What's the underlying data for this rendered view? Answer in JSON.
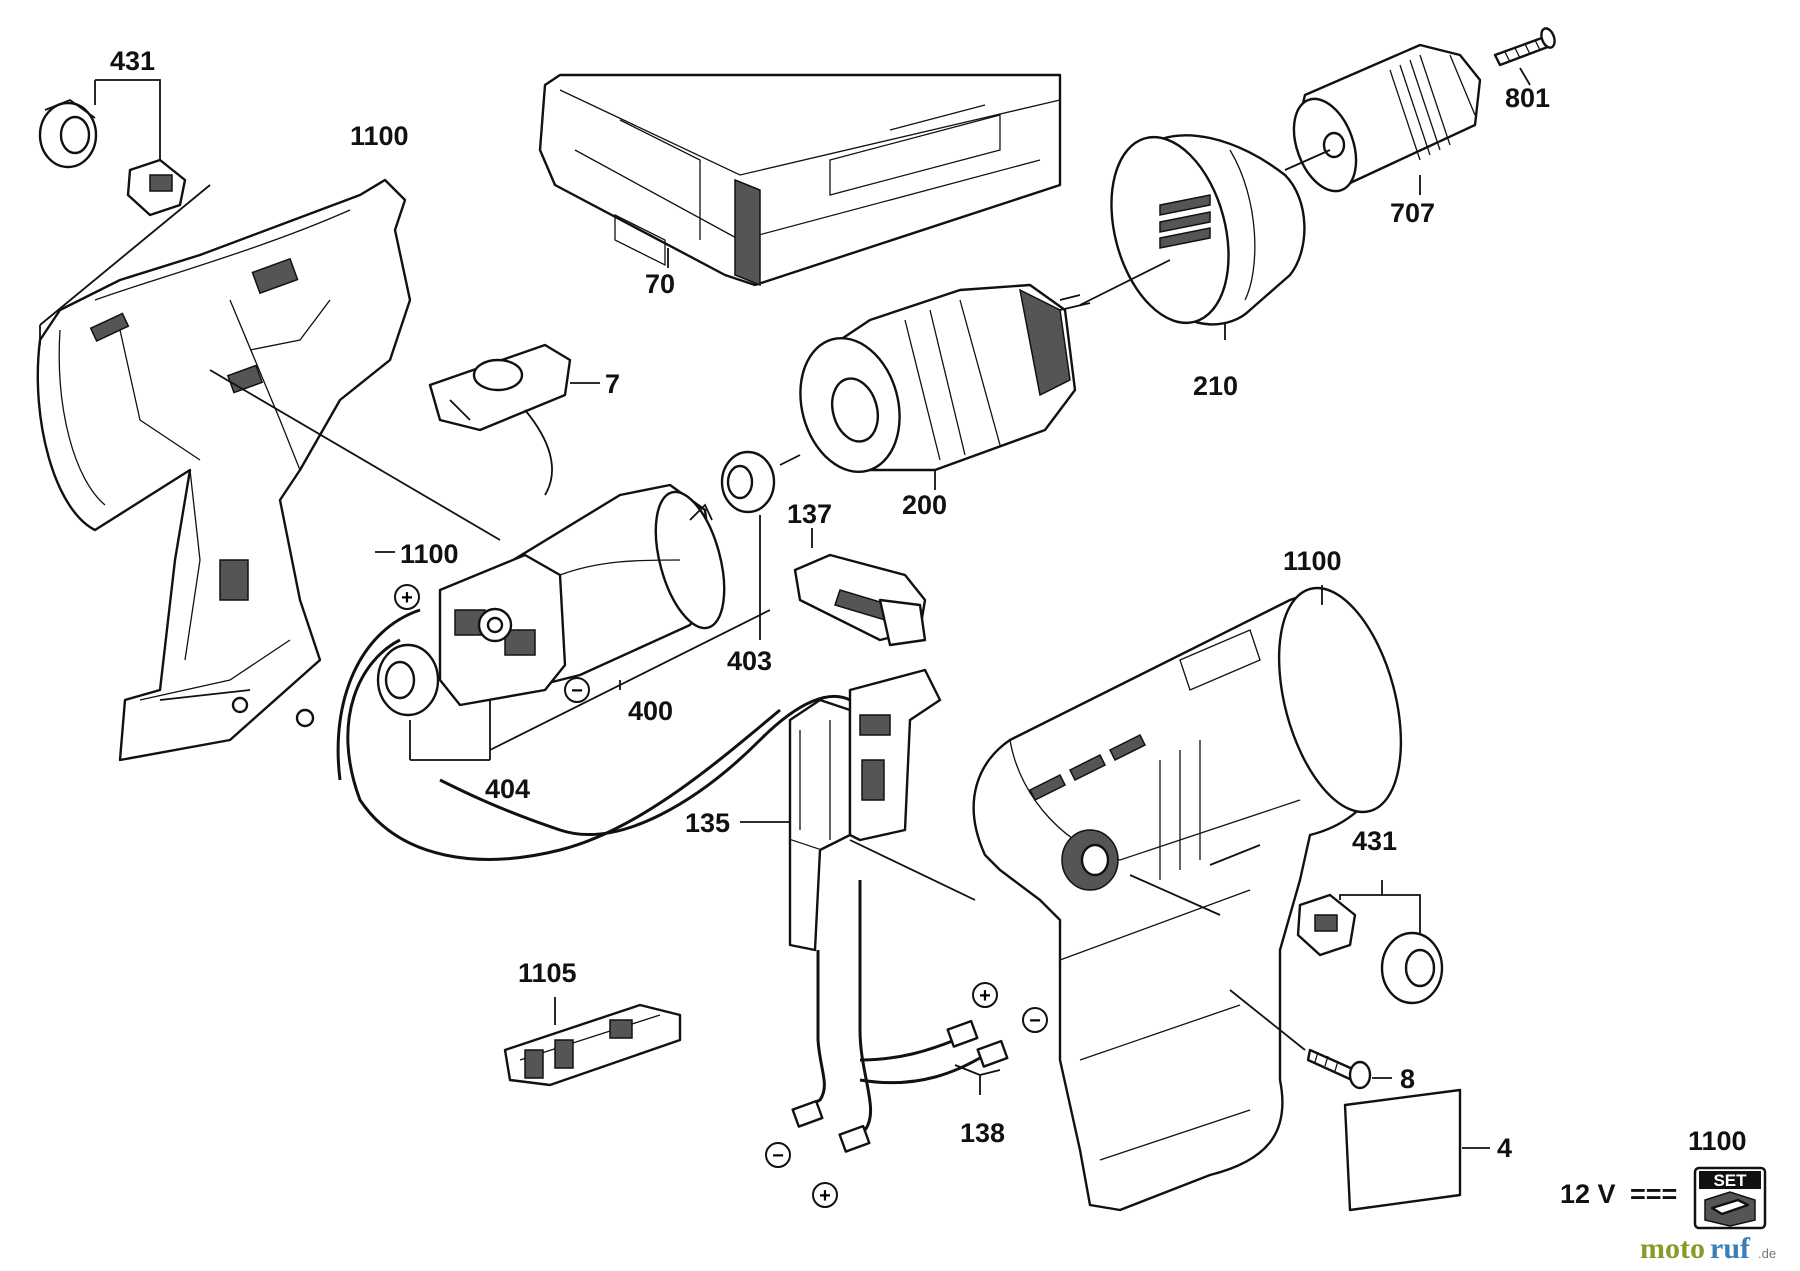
{
  "labels": {
    "p431_top": "431",
    "p1100_a": "1100",
    "p70": "70",
    "p7": "7",
    "p801": "801",
    "p707": "707",
    "p210": "210",
    "p200": "200",
    "p1100_b": "1100",
    "p137": "137",
    "p403": "403",
    "p400": "400",
    "p404": "404",
    "p1100_c": "1100",
    "p135": "135",
    "p431_right": "431",
    "p1105": "1105",
    "p138": "138",
    "p8": "8",
    "p4": "4",
    "p1100_set": "1100"
  },
  "polarity": {
    "plus": "+",
    "minus": "−"
  },
  "voltage": {
    "value": "12 V",
    "symbol": "==="
  },
  "set_badge": {
    "text": "SET"
  },
  "watermark": {
    "brand_a": "moto",
    "brand_b": "ruf",
    "suffix": ".de"
  }
}
